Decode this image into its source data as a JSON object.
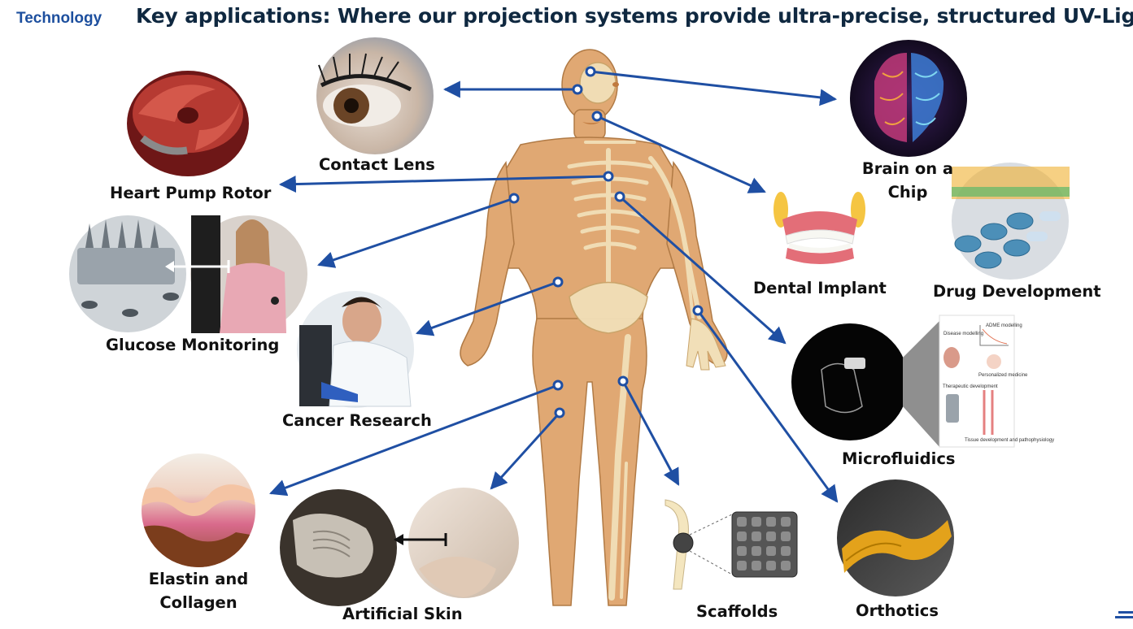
{
  "header": {
    "section_tag": "Technology",
    "title": "Key applications: Where our projection systems provide ultra-precise, structured UV-Light"
  },
  "applications": {
    "contact_lens": "Contact Lens",
    "heart_pump_rotor": "Heart Pump Rotor",
    "glucose_monitoring": "Glucose Monitoring",
    "cancer_research": "Cancer Research",
    "elastin_collagen_line1": "Elastin and",
    "elastin_collagen_line2": "Collagen",
    "artificial_skin": "Artificial Skin",
    "scaffolds": "Scaffolds",
    "orthotics": "Orthotics",
    "microfluidics": "Microfluidics",
    "dental_implant": "Dental Implant",
    "drug_development": "Drug Development",
    "brain_chip_line1": "Brain on a",
    "brain_chip_line2": "Chip"
  },
  "microfluidics_panel": {
    "disease_modelling": "Disease modelling",
    "adme_modelling": "ADME modelling",
    "personalized_medicine": "Personalized medicine",
    "therapeutic_development": "Therapeutic development",
    "tissue_development": "Tissue development and pathophysiology"
  },
  "colors": {
    "connector": "#1f4fa3",
    "title": "#0f2840",
    "tag": "#1d4f9e",
    "skin": "#e0a873",
    "bone": "#f1dfb8"
  }
}
